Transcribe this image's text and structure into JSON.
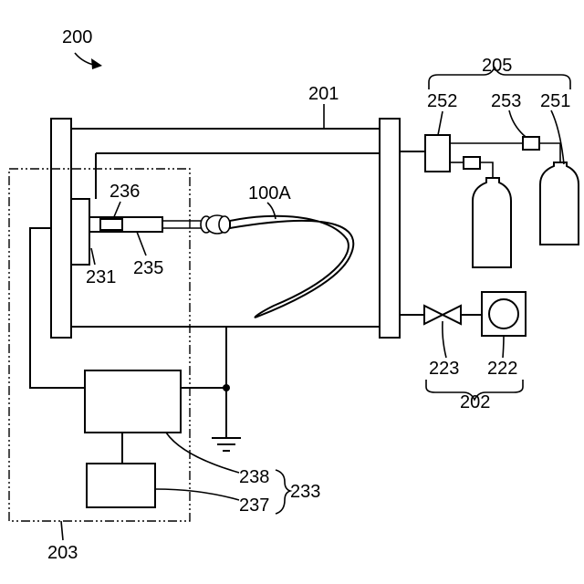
{
  "figure": {
    "labels": {
      "device": "200",
      "chamber": "201",
      "exhaust_unit": "202",
      "control_unit": "203",
      "gas_supply_unit": "205",
      "exhaust_pump": "222",
      "exhaust_valve": "223",
      "electrode": "231",
      "power_unit": "233",
      "tube_holder": "235",
      "holder_tip": "236",
      "controller": "237",
      "power_supply": "238",
      "gas_cylinder": "251",
      "gas_regulator": "252",
      "flow_valve": "253",
      "catheter": "100A"
    }
  }
}
